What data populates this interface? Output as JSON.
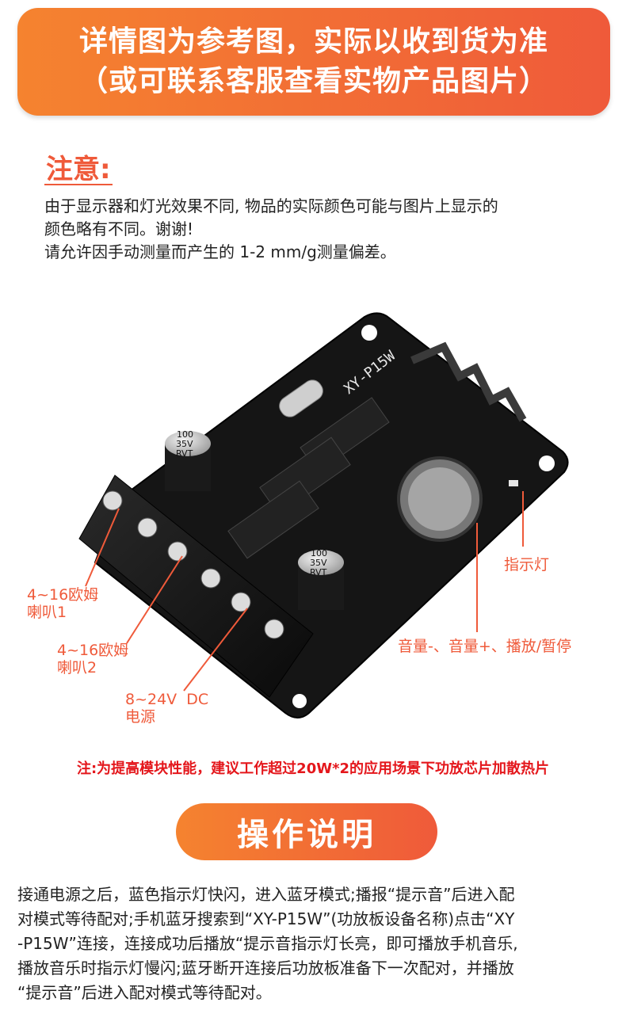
{
  "banner": {
    "line1": "详情图为参考图，实际以收到货为准",
    "line2": "（或可联系客服查看实物产品图片）"
  },
  "notice": {
    "title": "注意:",
    "lines": [
      "由于显示器和灯光效果不同, 物品的实际颜色可能与图片上显示的",
      "颜色略有不同。谢谢!",
      "请允许因手动测量而产生的 1-2 mm/g测量偏差。"
    ]
  },
  "board": {
    "model_label": "XY-P15W",
    "cap_label_1": [
      "100",
      "35V",
      "RVT"
    ],
    "cap_label_2": [
      "100",
      "35V",
      "RVT"
    ]
  },
  "callouts": {
    "speaker1": [
      "4~16欧姆",
      "喇叭1"
    ],
    "speaker2": [
      "4~16欧姆",
      "喇叭2"
    ],
    "power": [
      "8~24V  DC",
      "电源"
    ],
    "indicator": "指示灯",
    "buttons": "音量-、音量+、播放/暂停"
  },
  "warning": "注:为提高模块性能，建议工作超过20W*2的应用场景下功放芯片加散热片",
  "section_title": "操作说明",
  "instructions": [
    "接通电源之后，蓝色指示灯快闪，进入蓝牙模式;播报“提示音”后进入配",
    "对模式等待配对;手机蓝牙搜索到“XY-P15W”(功放板设备名称)点击“XY",
    "-P15W”连接，连接成功后播放“提示音指示灯长亮，即可播放手机音乐,",
    "播放音乐时指示灯慢闪;蓝牙断开连接后功放板准备下一次配对，并播放",
    "“提示音”后进入配对模式等待配对。"
  ],
  "colors": {
    "accent": "#ef5a3a",
    "accent_light": "#f5832f",
    "warning_red": "#e4171c",
    "board": "#111111"
  }
}
